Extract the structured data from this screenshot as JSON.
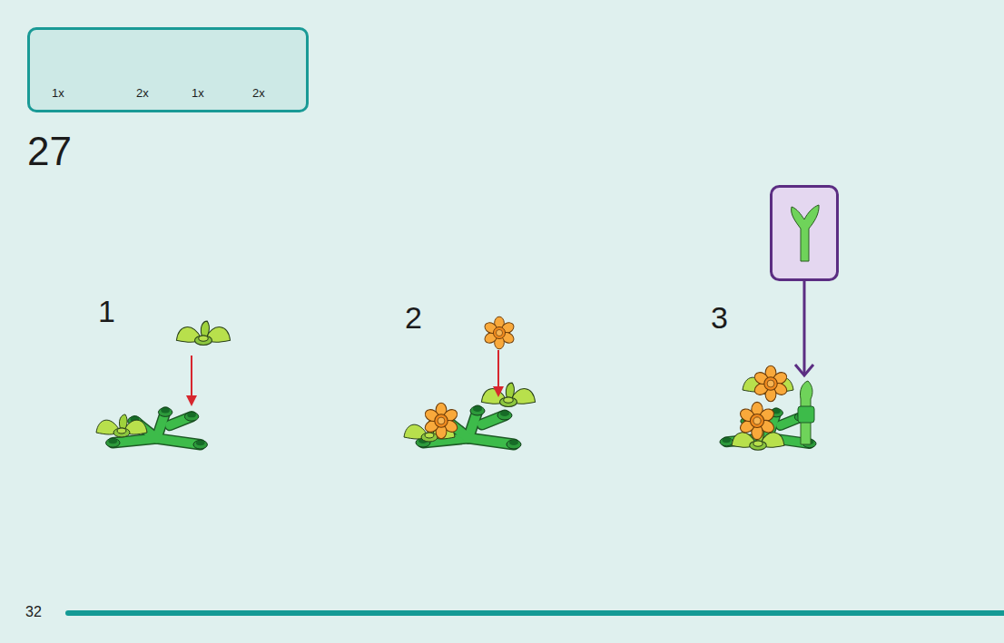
{
  "diagram": {
    "nodes": [
      {
        "text": [
          "1x",
          "2x",
          "1x",
          "2x"
        ]
      }
    ],
    "labels": [
      "27",
      "1",
      "2",
      "3",
      "32"
    ]
  }
}
